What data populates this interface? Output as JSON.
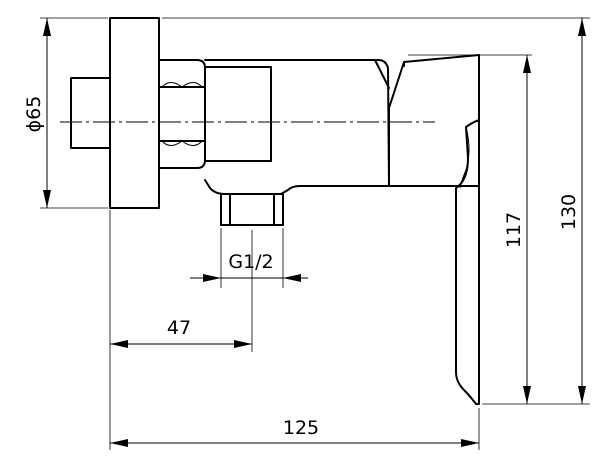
{
  "dimensions": {
    "flange_diameter": "ϕ65",
    "thread": "G1/2",
    "inlet_distance": "47",
    "total_length": "125",
    "lever_height": "117",
    "total_height": "130"
  }
}
